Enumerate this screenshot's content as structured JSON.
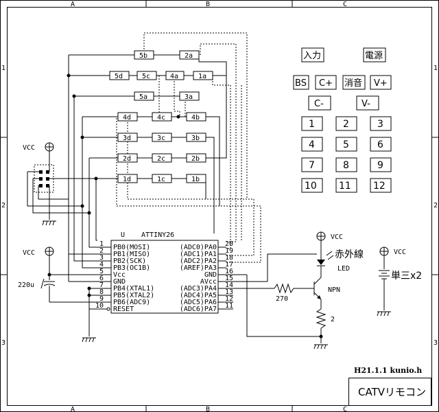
{
  "frame": {
    "col_labels": [
      "A",
      "B",
      "C"
    ],
    "row_labels": [
      "1",
      "2",
      "3"
    ]
  },
  "buttons": {
    "input": "入力",
    "power": "電源",
    "bs": "BS",
    "ch_up": "C+",
    "mute": "消音",
    "vol_up": "V+",
    "ch_down": "C-",
    "vol_down": "V-",
    "keys": [
      "1",
      "2",
      "3",
      "4",
      "5",
      "6",
      "7",
      "8",
      "9",
      "10",
      "11",
      "12"
    ]
  },
  "matrix_labels": [
    "5b",
    "2a",
    "5d",
    "5c",
    "4a",
    "1a",
    "5a",
    "3a",
    "4d",
    "4c",
    "4b",
    "3d",
    "3c",
    "3b",
    "2d",
    "2c",
    "2b",
    "1d",
    "1c",
    "1b"
  ],
  "ic": {
    "designator": "U",
    "part": "ATTINY26",
    "left_pins": [
      {
        "num": "1",
        "name": "PB0(MOSI)"
      },
      {
        "num": "2",
        "name": "PB1(MISO)"
      },
      {
        "num": "3",
        "name": "PB2(SCK)"
      },
      {
        "num": "4",
        "name": "PB3(OC1B)"
      },
      {
        "num": "5",
        "name": "Vcc"
      },
      {
        "num": "6",
        "name": "GND"
      },
      {
        "num": "7",
        "name": "PB4(XTAL1)"
      },
      {
        "num": "8",
        "name": "PB5(XTAL2)"
      },
      {
        "num": "9",
        "name": "PB6(ADC9)"
      },
      {
        "num": "10",
        "name": "RESET"
      }
    ],
    "right_pins": [
      {
        "num": "20",
        "name": "(ADC0)PA0"
      },
      {
        "num": "19",
        "name": "(ADC1)PA1"
      },
      {
        "num": "18",
        "name": "(ADC2)PA2"
      },
      {
        "num": "17",
        "name": "(AREF)PA3"
      },
      {
        "num": "16",
        "name": "GND"
      },
      {
        "num": "15",
        "name": "AVcc"
      },
      {
        "num": "14",
        "name": "(ADC3)PA4"
      },
      {
        "num": "13",
        "name": "(ADC4)PA5"
      },
      {
        "num": "12",
        "name": "(ADC5)PA6"
      },
      {
        "num": "11",
        "name": "(ADC6)PA7"
      }
    ]
  },
  "components": {
    "vcc": "VCC",
    "cap": "220u",
    "ir_led_label": "赤外線",
    "led": "LED",
    "npn": "NPN",
    "r_base": "270",
    "r_emitter": "2",
    "battery": "単三x2"
  },
  "footer": {
    "date_author": "H21.1.1 kunio.h",
    "title": "CATVリモコン"
  }
}
